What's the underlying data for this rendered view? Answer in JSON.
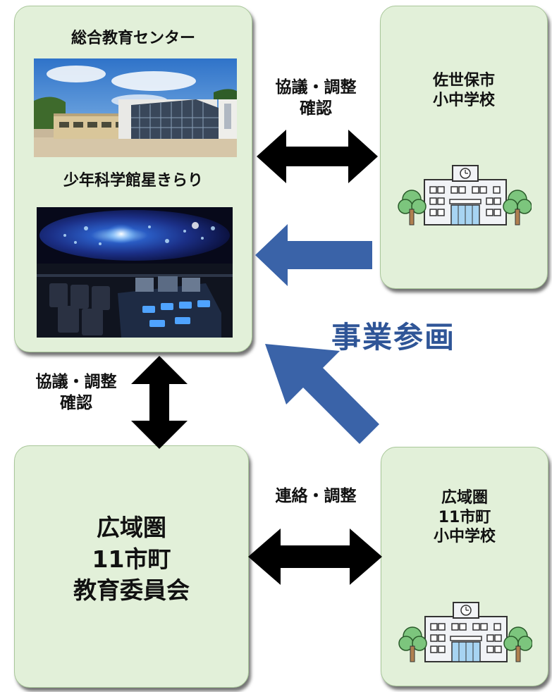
{
  "nodes": {
    "center": {
      "title": "総合教育センター",
      "subtitle": "少年科学館星きらり"
    },
    "sasebo_schools": {
      "label": "佐世保市\n小中学校"
    },
    "board": {
      "label": "広域圏\n11市町\n教育委員会"
    },
    "regional_schools": {
      "label": "広域圏\n11市町\n小中学校"
    }
  },
  "edges": {
    "center_sasebo": "協議・調整\n確認",
    "center_board": "協議・調整\n確認",
    "board_regional": "連絡・調整"
  },
  "participation_label": "事業参画",
  "colors": {
    "box_fill": "#e2f0d9",
    "black_arrow": "#000000",
    "blue_arrow": "#3a63a8",
    "participation_text": "#2f5597"
  },
  "icons": [
    "school-building-icon",
    "tree-icon",
    "clock-icon"
  ]
}
